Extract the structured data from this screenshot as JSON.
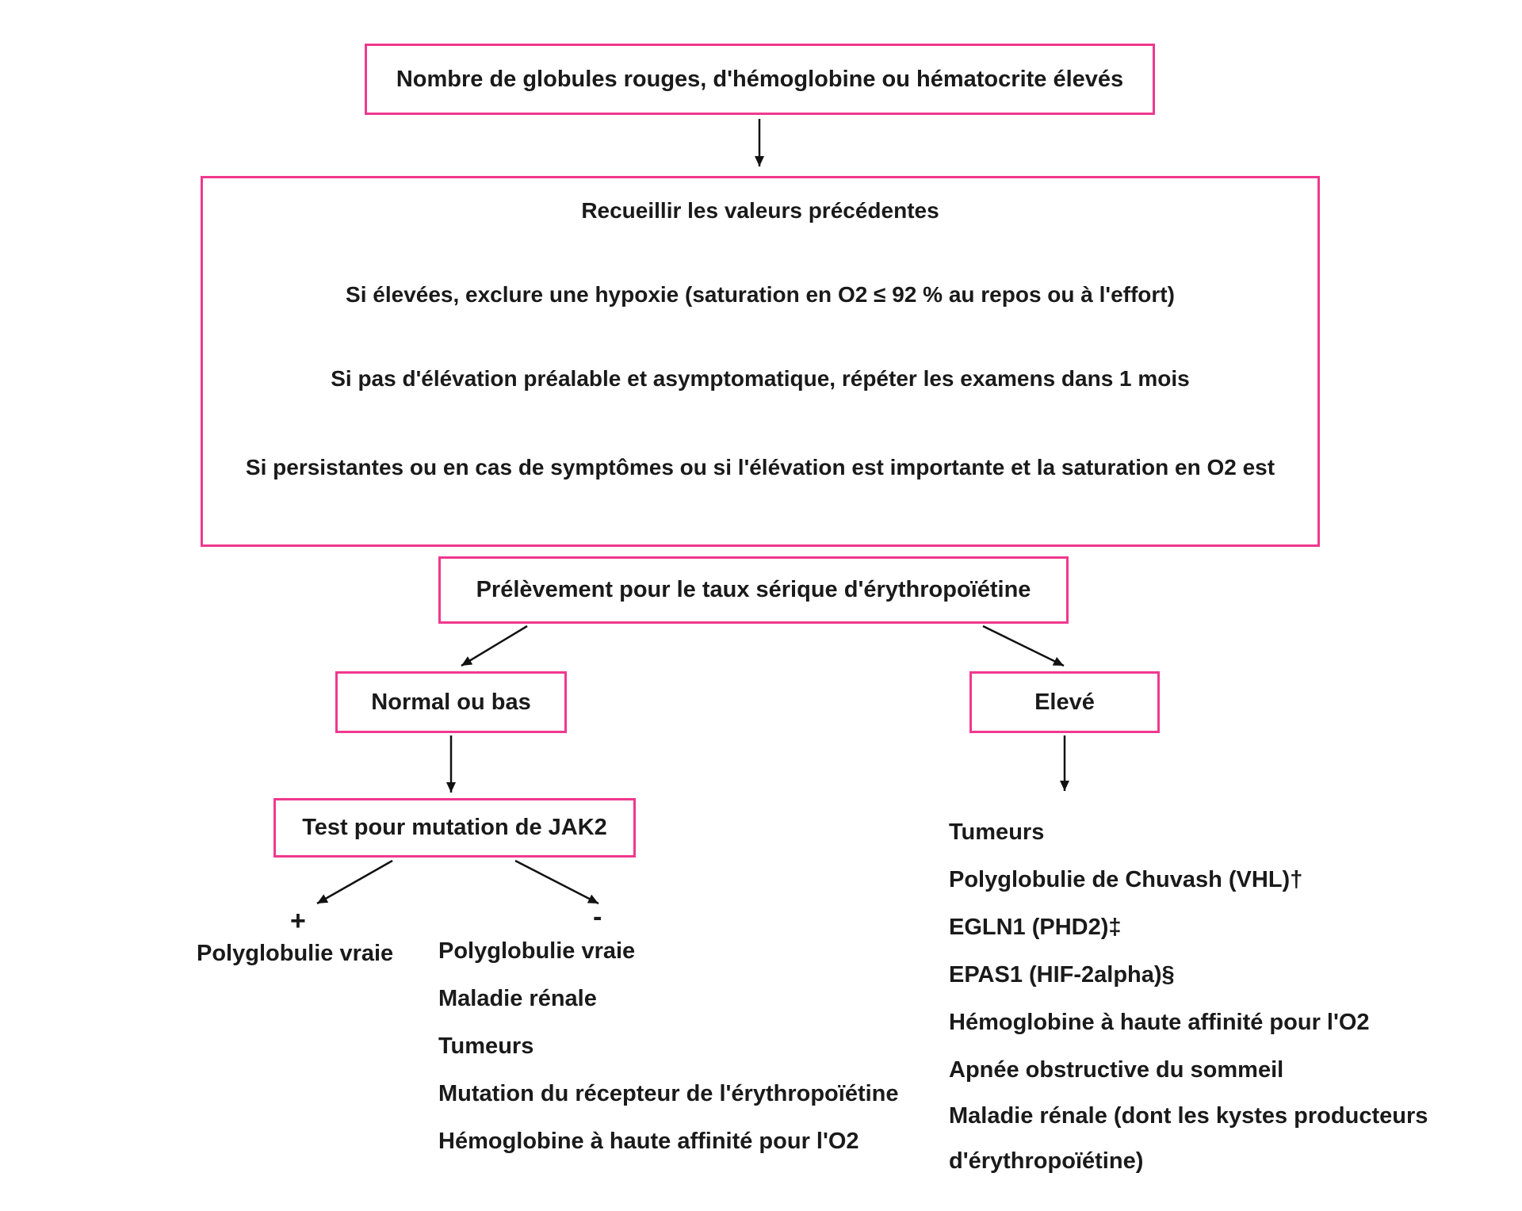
{
  "diagram": {
    "title": "Arbre décisionnel : nombre de globules rouges, hémoglobine ou hématocrite élevés",
    "colors": {
      "box_border": "#f0388e",
      "arrow": "#111111",
      "text": "#1a1a1a",
      "background": "#ffffff"
    },
    "nodes": {
      "top": "Nombre de globules rouges, d'hémoglobine ou hématocrite élevés",
      "step1": "Recueillir les valeurs précédentes",
      "step2": "Si élevées, exclure une hypoxie (saturation en O2 ≤ 92 % au repos ou à l'effort)",
      "step3": "Si pas d'élévation préalable et asymptomatique, répéter les examens dans 1 mois",
      "step4": "Si persistantes ou en cas de symptômes ou si l'élévation est importante et la saturation en O2 est",
      "epo": "Prélèvement pour le taux sérique d'érythropoïétine",
      "normal_low": "Normal ou bas",
      "elevated": "Elevé",
      "jak2": "Test pour mutation de JAK2",
      "jak2_positive_sign": "+",
      "jak2_negative_sign": "-",
      "jak2_positive_result": "Polyglobulie vraie"
    },
    "jak2_negative_list": [
      "Polyglobulie vraie",
      "Maladie rénale",
      "Tumeurs",
      "Mutation du récepteur de l'érythropoïétine",
      "Hémoglobine à haute affinité pour l'O2"
    ],
    "elevated_list": [
      "Tumeurs",
      "Polyglobulie de Chuvash (VHL)†",
      "EGLN1 (PHD2)‡",
      "EPAS1 (HIF-2alpha)§",
      "Hémoglobine à haute affinité pour l'O2",
      "Apnée obstructive du sommeil",
      "Maladie rénale (dont les kystes producteurs d'érythropoïétine)"
    ]
  }
}
